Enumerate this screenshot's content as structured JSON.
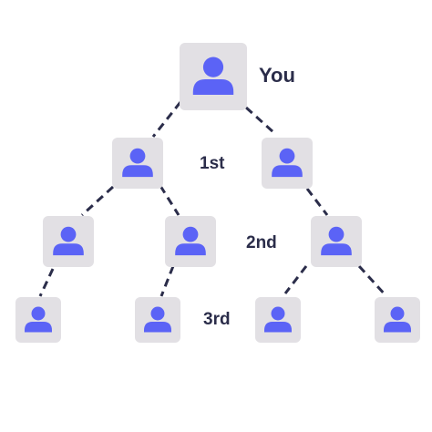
{
  "labels": {
    "you": "You",
    "first": "1st",
    "second": "2nd",
    "third": "3rd"
  },
  "icons": {
    "person": "person-icon"
  },
  "colors": {
    "node_bg": "#e2e0e4",
    "icon": "#5b63f6",
    "connector": "#2b2d4a",
    "label_text": "#2b2d4a"
  }
}
